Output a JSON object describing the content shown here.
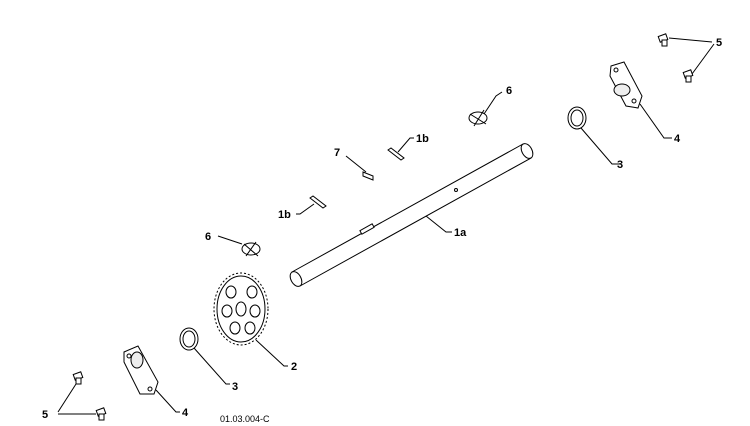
{
  "callouts": {
    "c5_top": "5",
    "c6_top": "6",
    "c1b_top": "1b",
    "c7": "7",
    "c3_right": "3",
    "c4_right": "4",
    "c1b_left": "1b",
    "c1a": "1a",
    "c6_left": "6",
    "c2": "2",
    "c3_left": "3",
    "c5_bottom": "5",
    "c4_left": "4"
  },
  "drawing_code": "01.03.004-C"
}
